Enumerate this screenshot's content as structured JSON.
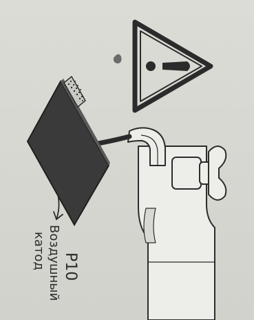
{
  "warning_icon": {
    "name": "warning-triangle-icon",
    "glyph": "!"
  },
  "faucet_icon": {
    "name": "faucet-icon"
  },
  "water_drop_icon": {
    "name": "water-drop-icon"
  },
  "cell_icon": {
    "name": "air-cathode-sheet"
  },
  "label": {
    "code": "P10",
    "name_line1": "Воздушный",
    "name_line2": "катод"
  },
  "colors": {
    "background": "#d9d9d4",
    "ink": "#2b2b2b",
    "sheet": "#3a3a3a"
  }
}
